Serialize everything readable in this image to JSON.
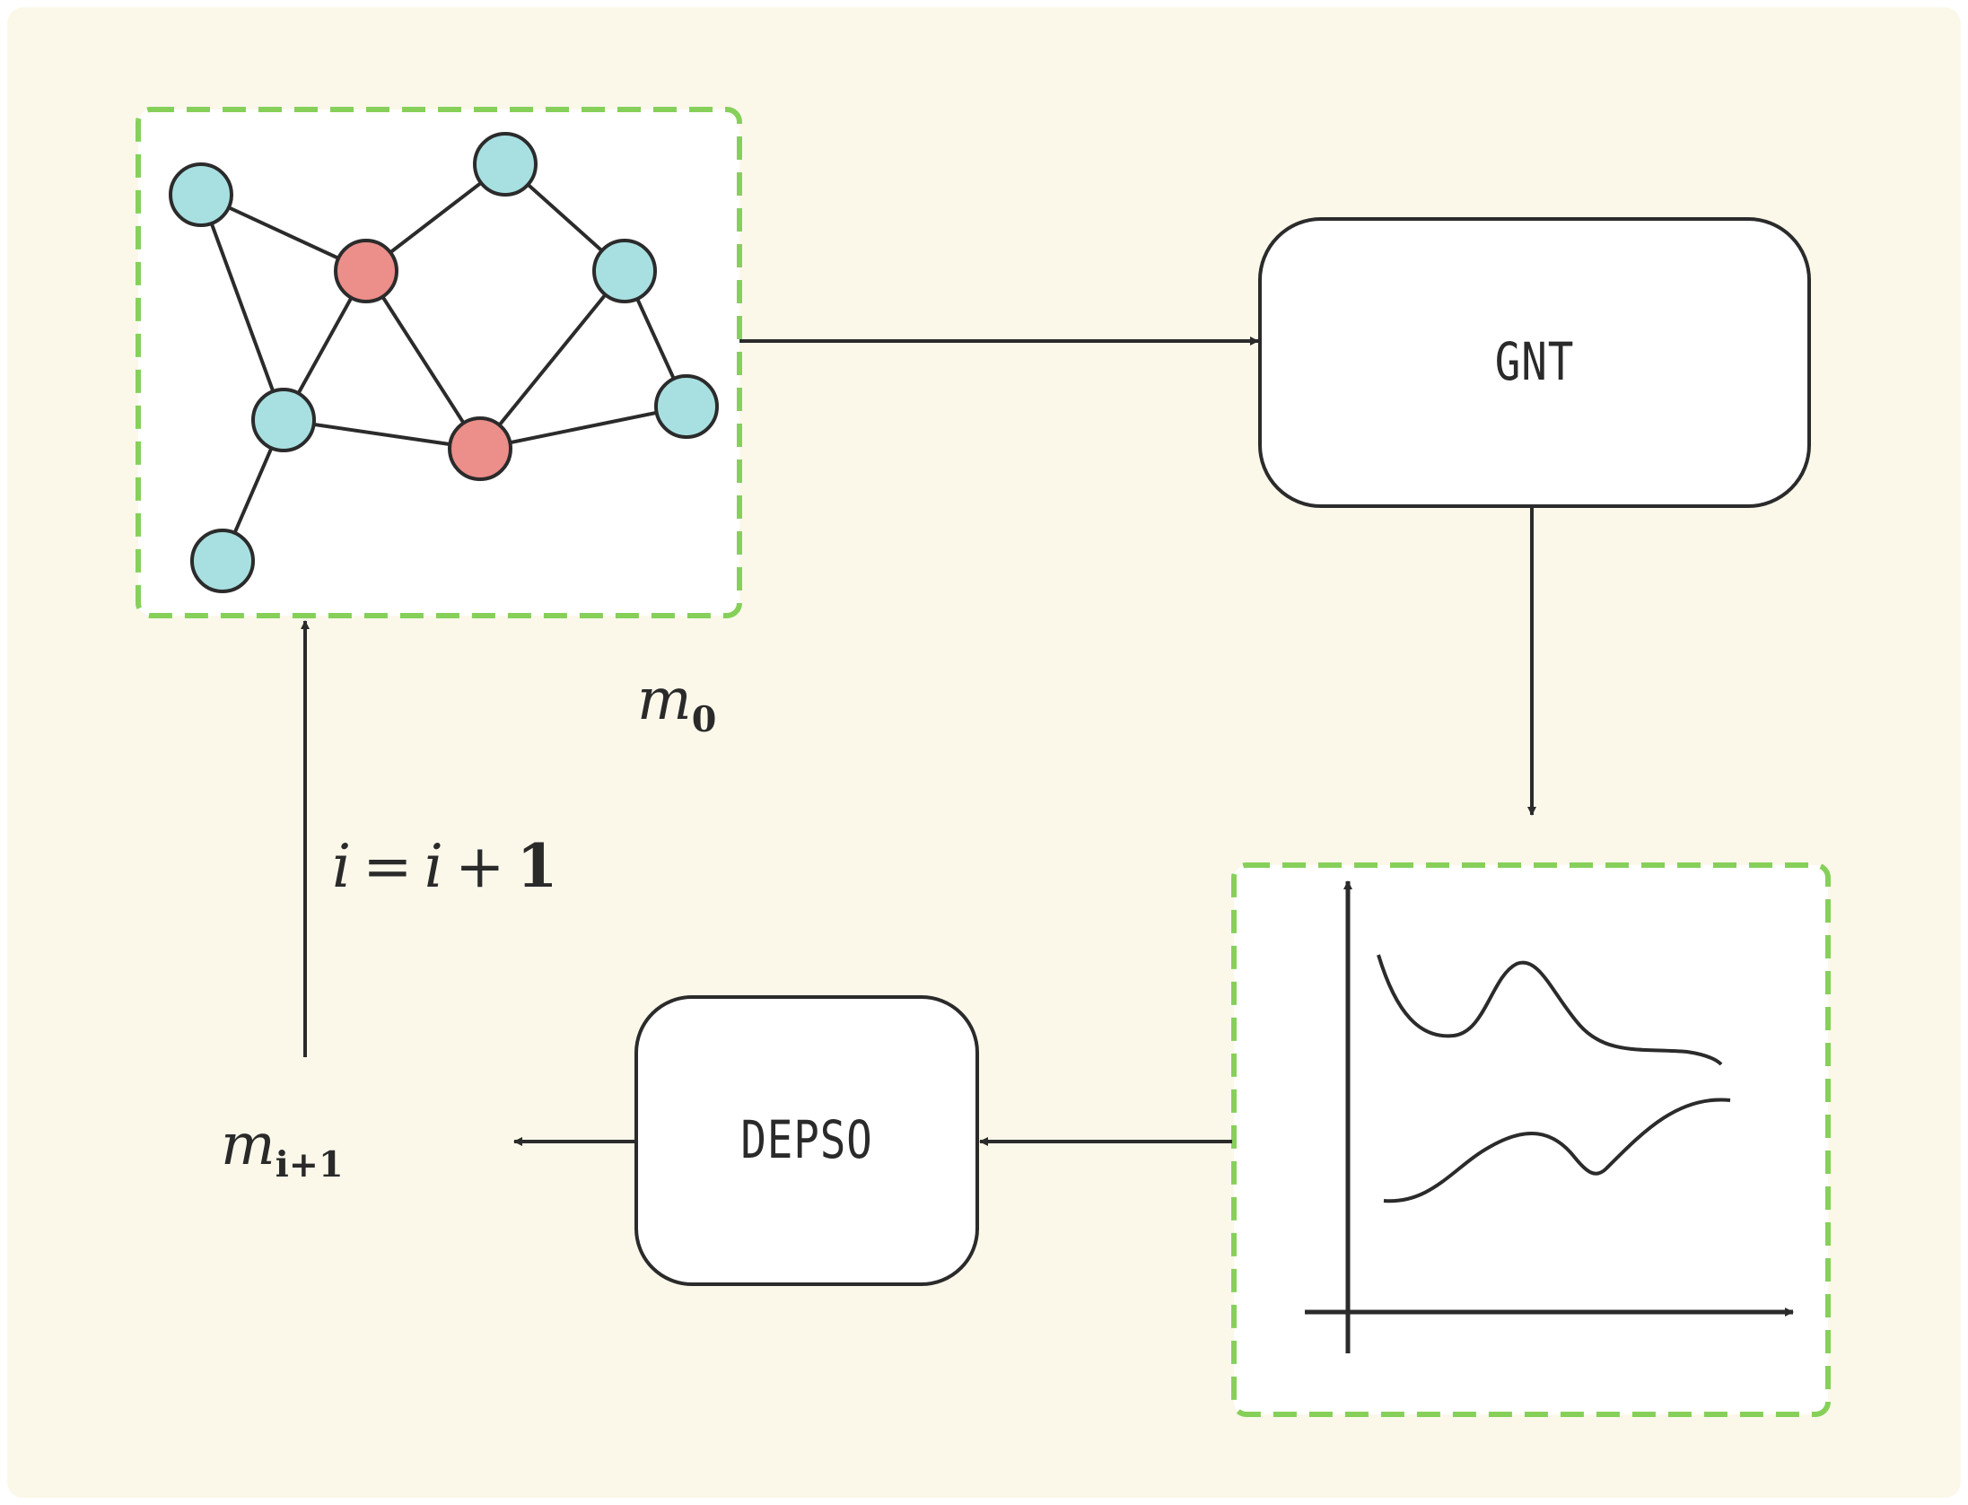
{
  "colors": {
    "background": "#fbf8ea",
    "frame": "#ffffff",
    "dashed_border": "#86d05a",
    "line": "#2b2b2b",
    "node_cyan": "#a8e0e2",
    "node_red": "#ec8e8a",
    "box_fill": "#ffffff"
  },
  "boxes": {
    "gnt": "GNT",
    "depso": "DEPSO"
  },
  "labels": {
    "m0_base": "m",
    "m0_sub": "0",
    "mi1_base": "m",
    "mi1_sub": "i+1",
    "iter_i1": "i",
    "iter_eq": "=",
    "iter_i2": "i",
    "iter_plus": "+",
    "iter_one": "1"
  },
  "icons": {
    "graph": "network-graph-icon",
    "plot": "line-plot-icon"
  }
}
